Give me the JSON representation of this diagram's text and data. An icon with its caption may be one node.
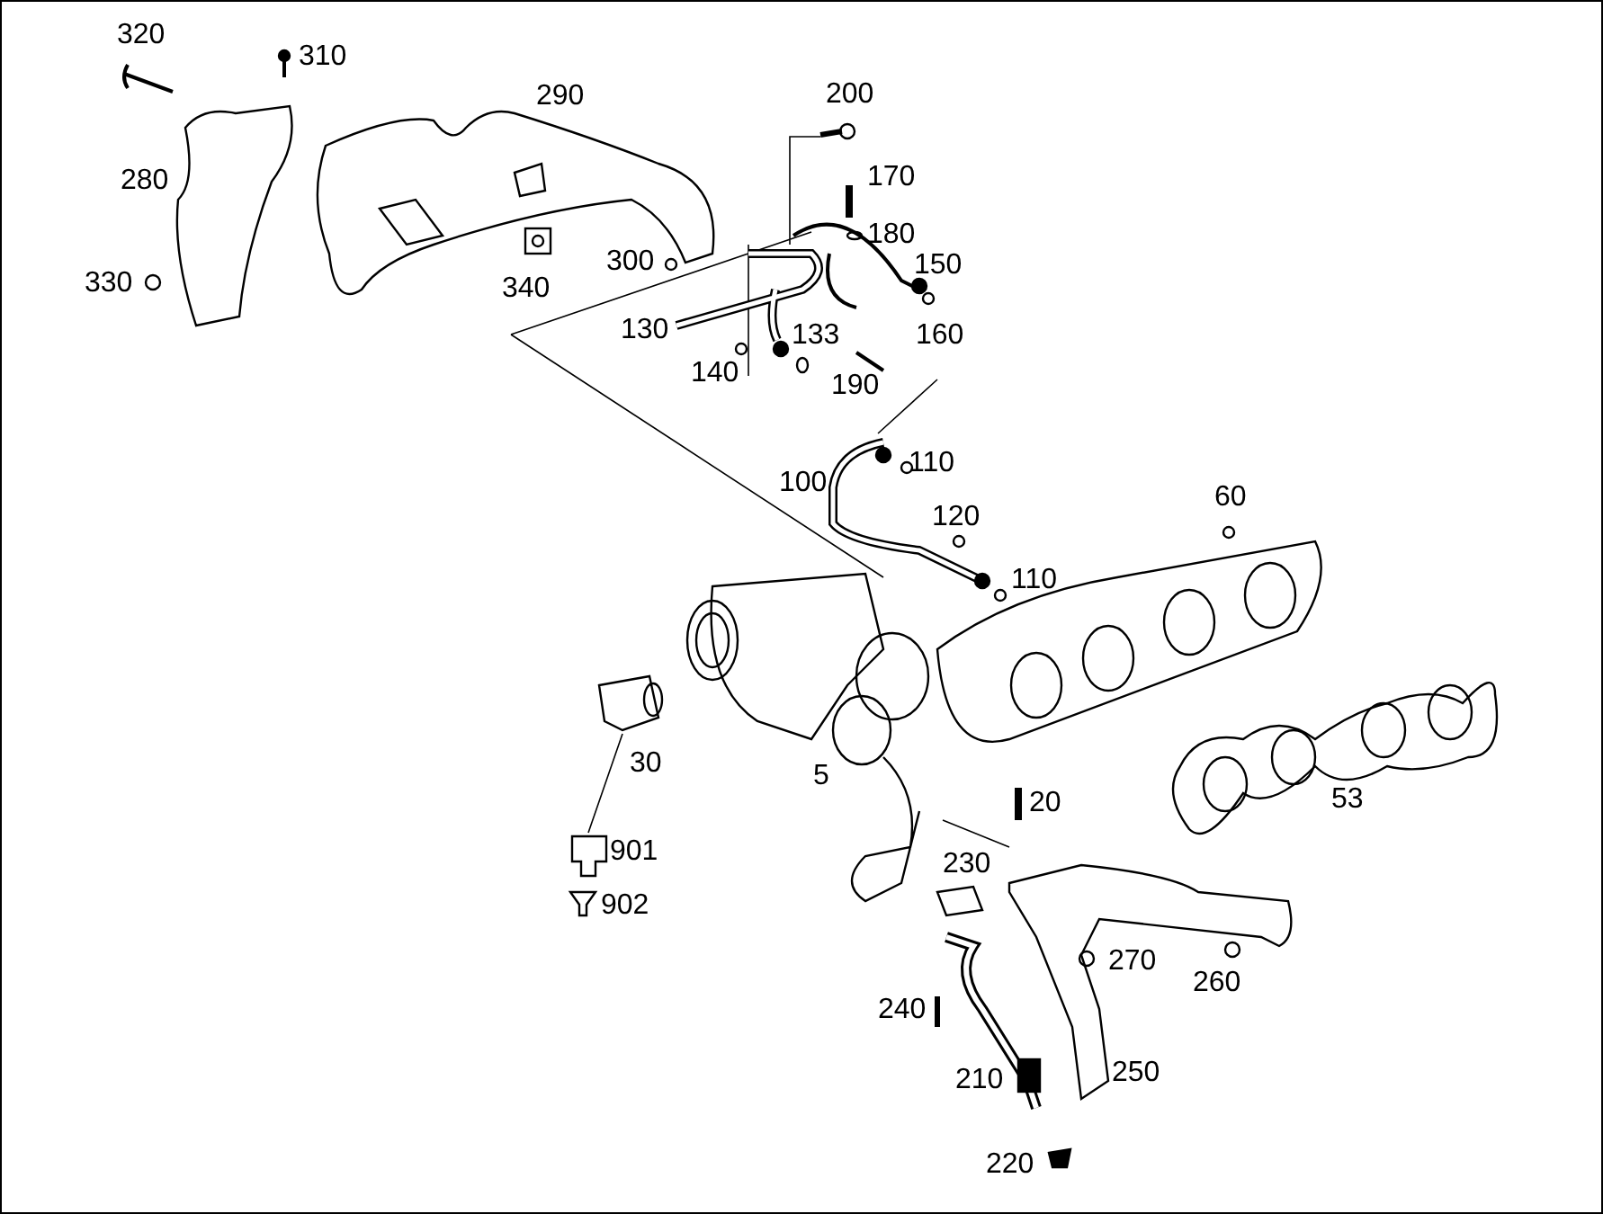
{
  "diagram": {
    "labels": [
      "320",
      "310",
      "200",
      "290",
      "170",
      "280",
      "180",
      "300",
      "150",
      "330",
      "340",
      "130",
      "133",
      "160",
      "140",
      "190",
      "110",
      "100",
      "60",
      "120",
      "110",
      "30",
      "5",
      "53",
      "20",
      "901",
      "230",
      "902",
      "270",
      "260",
      "240",
      "250",
      "210",
      "220"
    ]
  }
}
